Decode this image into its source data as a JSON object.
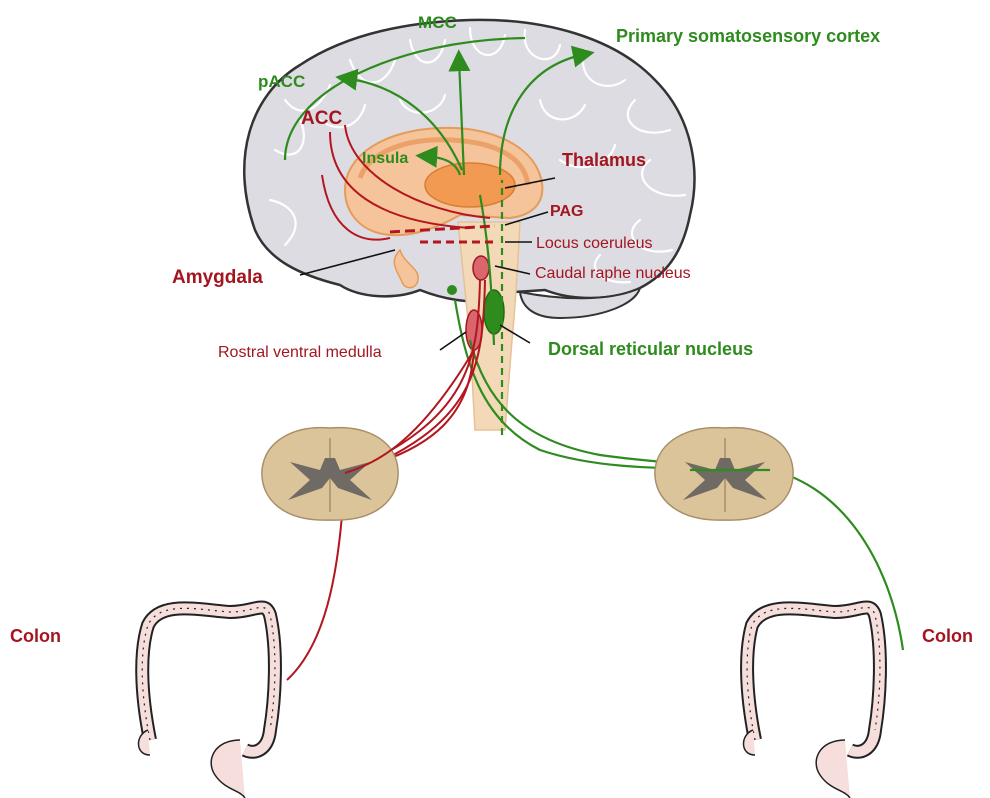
{
  "labels": {
    "mcc": "MCC",
    "primary_somatosensory_cortex": "Primary somatosensory cortex",
    "pacc": "pACC",
    "acc": "ACC",
    "insula": "Insula",
    "thalamus": "Thalamus",
    "pag": "PAG",
    "locus_coeruleus": "Locus coeruleus",
    "amygdala": "Amygdala",
    "caudal_raphe_nucleus": "Caudal raphe nucleus",
    "rostral_ventral_medulla": "Rostral ventral medulla",
    "dorsal_reticular_nucleus": "Dorsal reticular nucleus",
    "colon_left": "Colon",
    "colon_right": "Colon"
  },
  "colors": {
    "ascending_pathway": "#2e8b1e",
    "descending_pathway": "#b3161f",
    "brain_fill": "#dcdce2",
    "brain_outline": "#333333",
    "limbic_fill": "#f6c49a",
    "brainstem_fill": "#f3d9b8",
    "spinal_cord_fill": "#dcc49a",
    "grey_matter": "#6f6a63",
    "colon_fill": "#f6dedc"
  }
}
